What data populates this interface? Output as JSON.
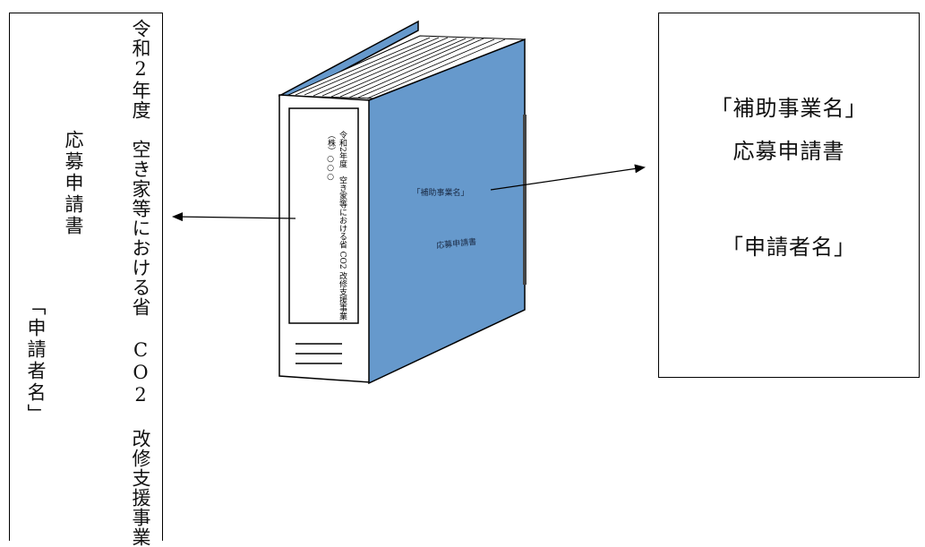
{
  "spine_label": {
    "title": "令和2年度　空き家等における省 CO2 改修支援事業",
    "document": "応募申請書",
    "applicant": "「申請者名」"
  },
  "binder": {
    "spine_title": "令和2年度　空き家等における省 CO2 改修支援事業",
    "spine_company": "（株）○○○",
    "cover_project": "「補助事業名」",
    "cover_document": "応募申請書",
    "cover_color": "#6699cc"
  },
  "cover_label": {
    "project": "「補助事業名」",
    "document": "応募申請書",
    "applicant": "「申請者名」"
  }
}
